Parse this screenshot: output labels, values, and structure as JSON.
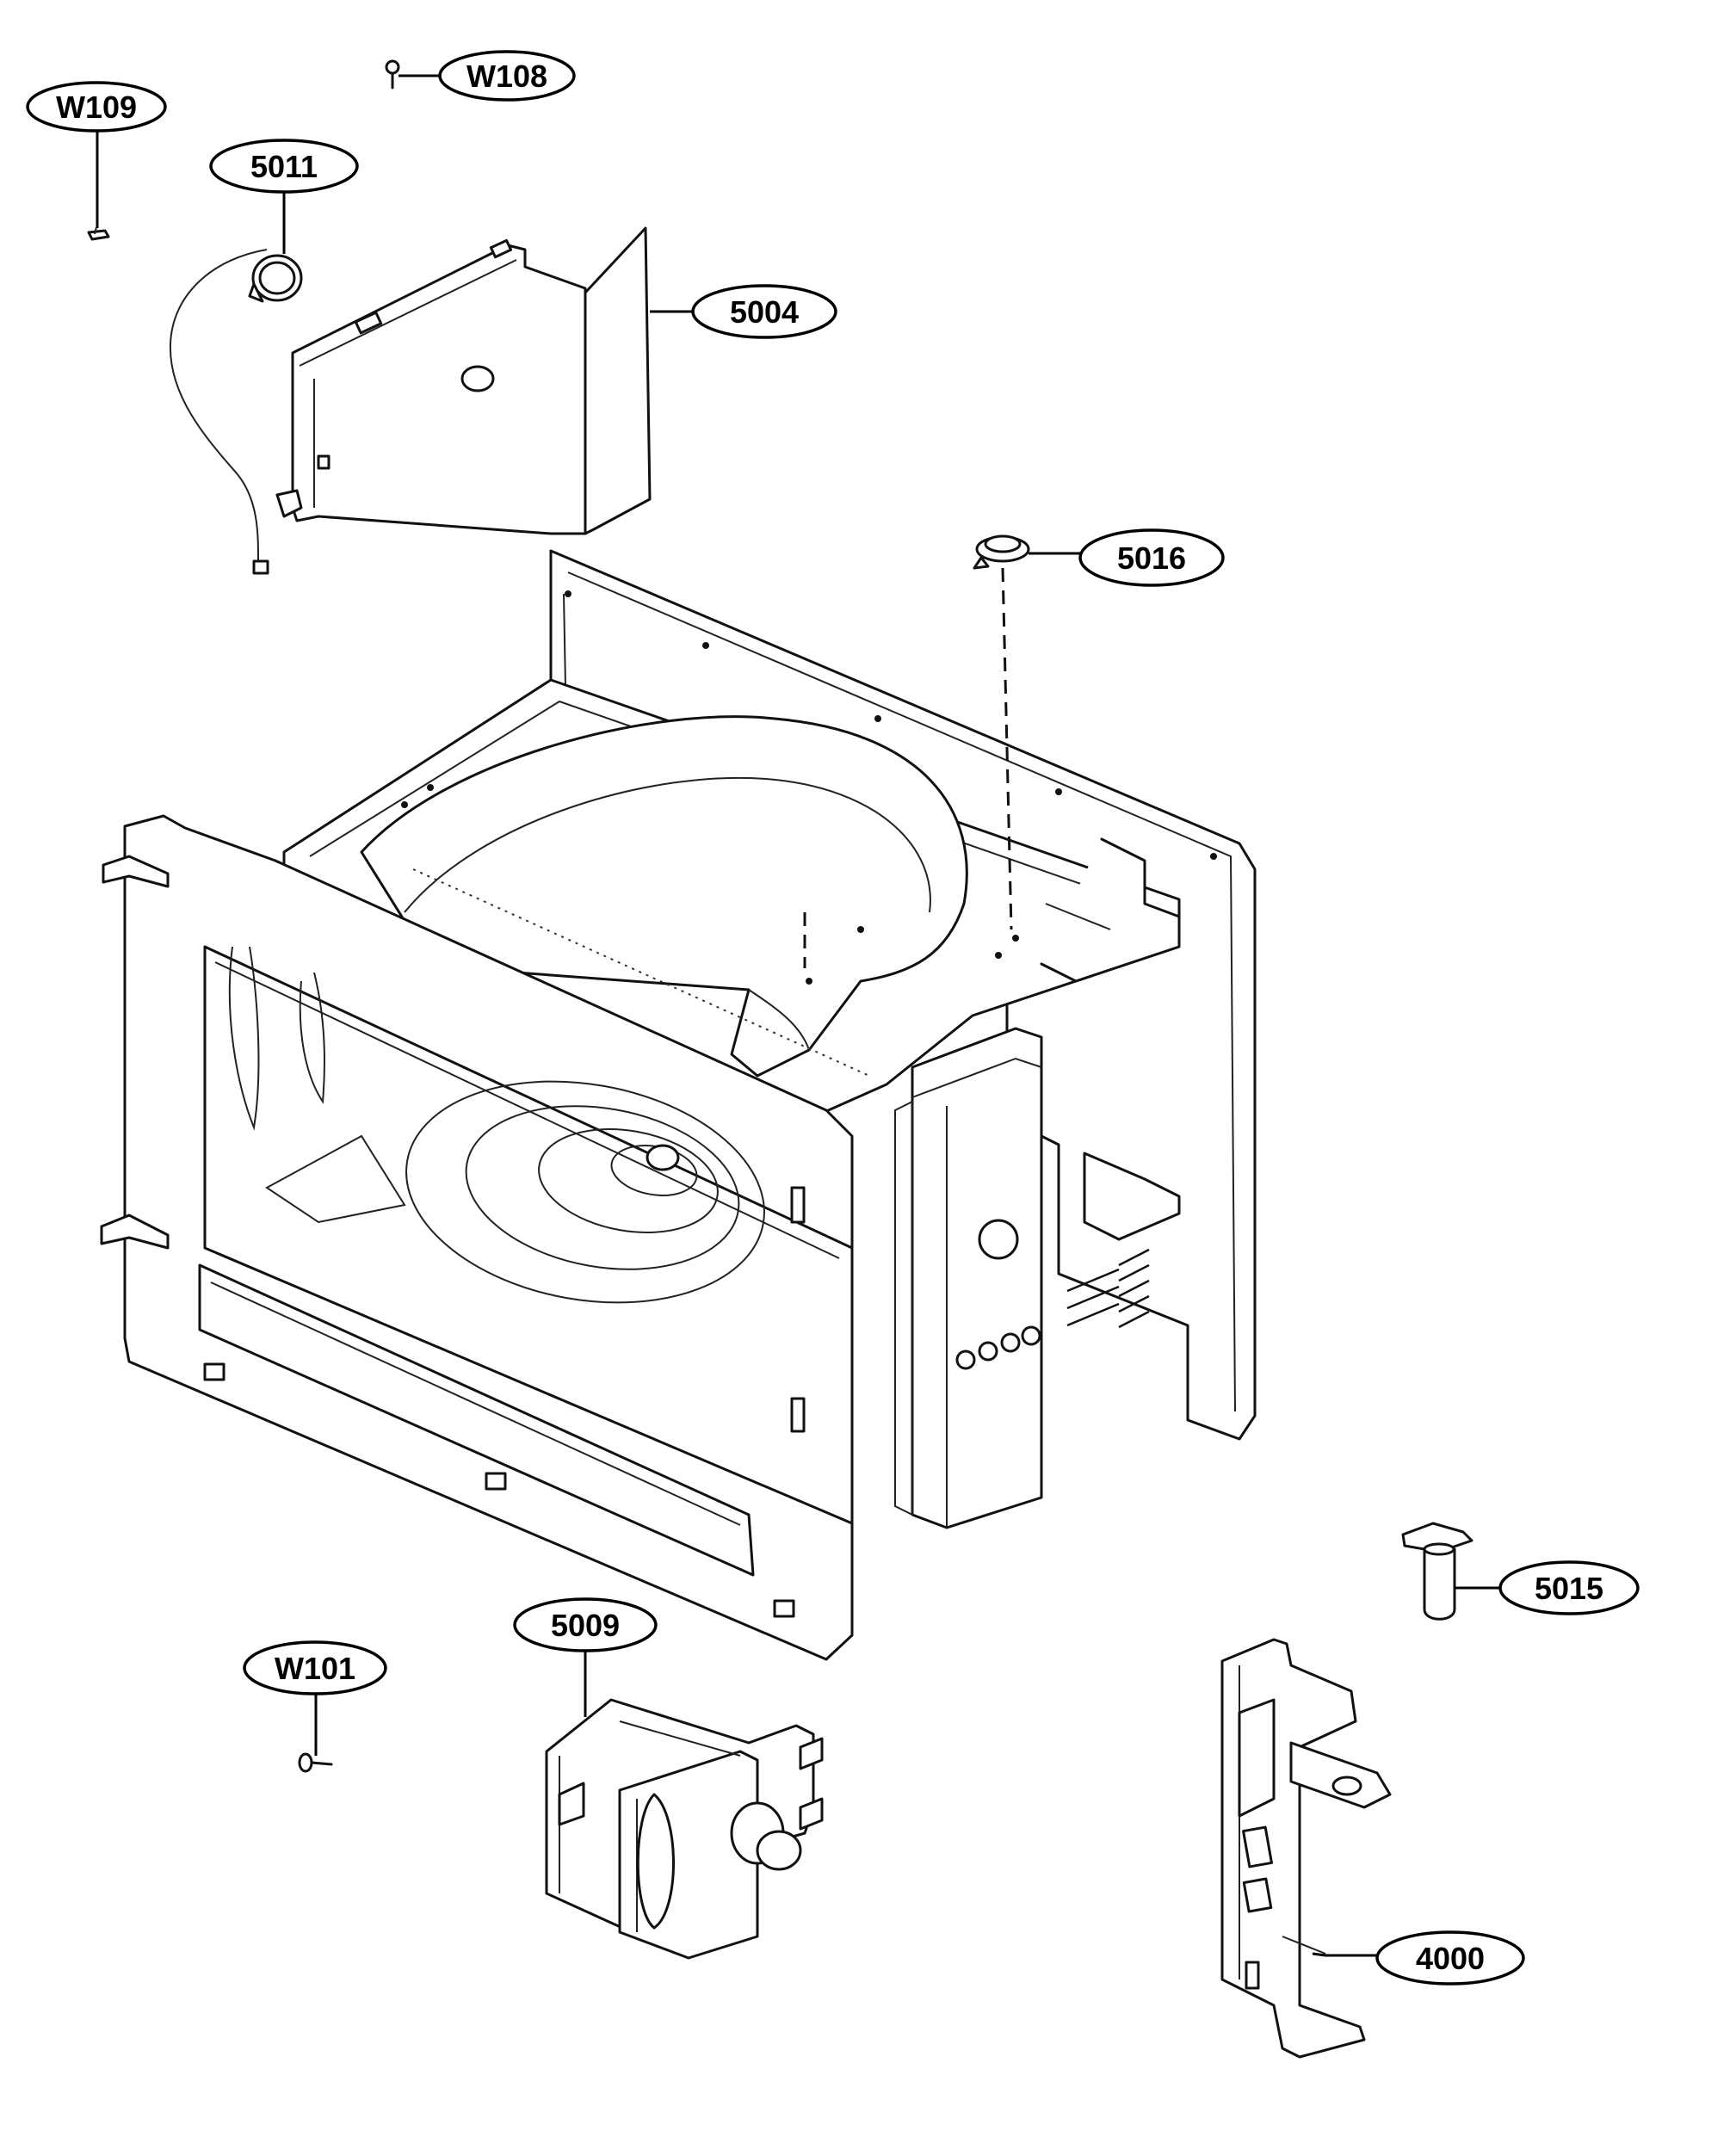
{
  "callouts": [
    {
      "id": "w109",
      "label": "W109"
    },
    {
      "id": "w108",
      "label": "W108"
    },
    {
      "id": "5011",
      "label": "5011"
    },
    {
      "id": "5004",
      "label": "5004"
    },
    {
      "id": "5016",
      "label": "5016"
    },
    {
      "id": "5015",
      "label": "5015"
    },
    {
      "id": "5009",
      "label": "5009"
    },
    {
      "id": "w101",
      "label": "W101"
    },
    {
      "id": "4000",
      "label": "4000"
    }
  ],
  "colors": {
    "ink": "#111111",
    "paper": "#ffffff"
  }
}
